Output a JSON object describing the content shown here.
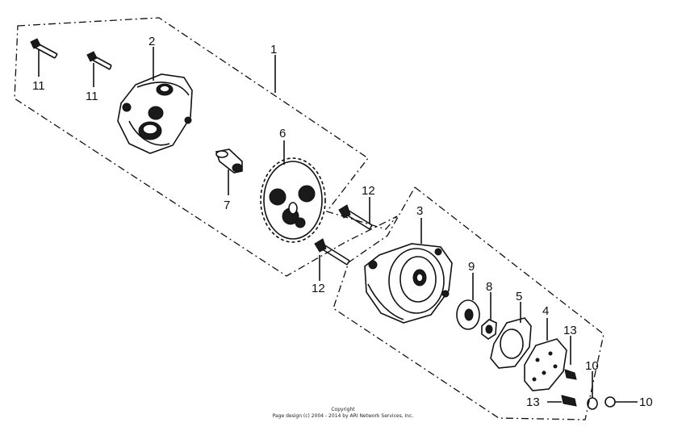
{
  "callouts": {
    "c1": "1",
    "c2": "2",
    "c3": "3",
    "c4": "4",
    "c5": "5",
    "c6": "6",
    "c7": "7",
    "c8": "8",
    "c9": "9",
    "c10a": "10",
    "c10b": "10",
    "c11a": "11",
    "c11b": "11",
    "c12a": "12",
    "c12b": "12",
    "c13a": "13",
    "c13b": "13"
  },
  "copyright": {
    "line1": "Copyright",
    "line2": "Page design (c) 2004 - 2014 by ARI Network Services, Inc."
  }
}
